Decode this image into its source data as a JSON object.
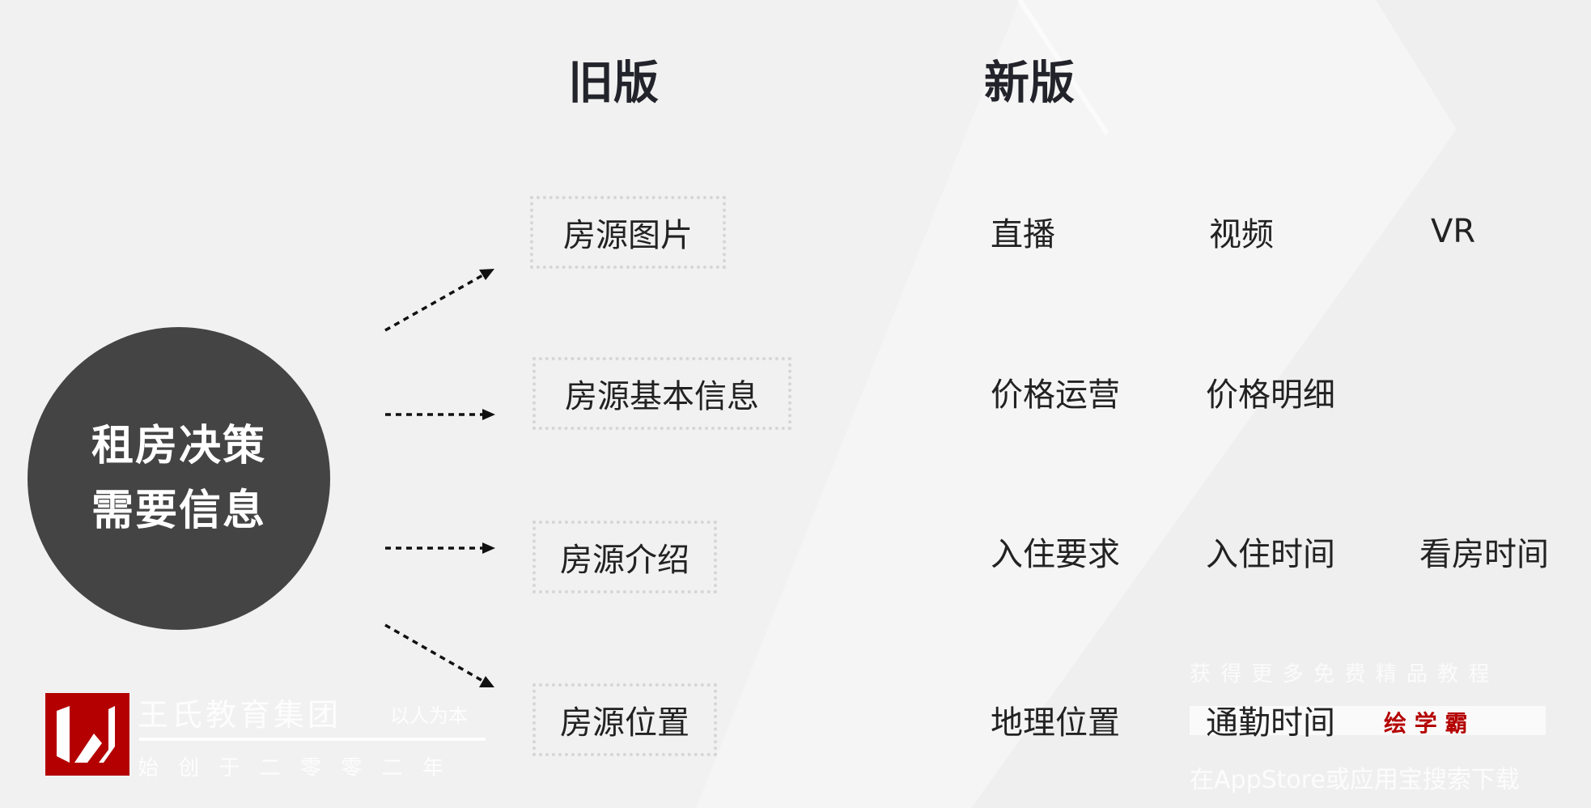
{
  "headers": {
    "old": "旧版",
    "new": "新版"
  },
  "center": {
    "line1": "租房决策",
    "line2": "需要信息"
  },
  "old_items": [
    "房源图片",
    "房源基本信息",
    "房源介绍",
    "房源位置"
  ],
  "new_rows": [
    [
      "直播",
      "视频",
      "VR"
    ],
    [
      "价格运营",
      "价格明细"
    ],
    [
      "入住要求",
      "入住时间",
      "看房时间"
    ],
    [
      "地理位置",
      "通勤时间"
    ]
  ],
  "watermark_left": {
    "name": "王氏教育集团",
    "slogan": "以人为本",
    "since": "始 创 于 二 零 零 二 年"
  },
  "watermark_right": {
    "top": "获 得 更 多 免 费 精 品 教 程",
    "brand": "绘 学 霸",
    "bottom": "在AppStore或应用宝搜索下载"
  },
  "colors": {
    "circle": "#444444",
    "brand_red": "#b40000"
  }
}
